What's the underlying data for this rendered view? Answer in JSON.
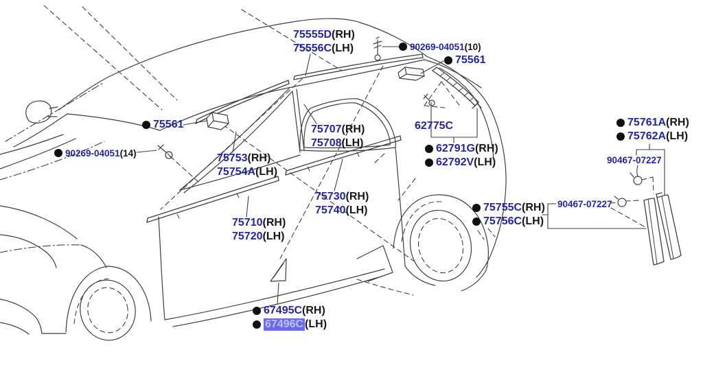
{
  "colors": {
    "part_number_blue": "#2323a8",
    "suffix_black": "#161616",
    "highlight_background": "#6b68ef",
    "highlight_text": "#b9c5f7",
    "line_art": "#3d3d3d",
    "background": "#ffffff"
  },
  "labels": {
    "l1": {
      "lines": [
        {
          "number": "75555D",
          "suffix": "(RH)"
        },
        {
          "number": "75556C",
          "suffix": "(LH)"
        }
      ]
    },
    "l2": {
      "lines": [
        {
          "number": "90269-04051",
          "suffix": "(10)"
        }
      ]
    },
    "l3": {
      "lines": [
        {
          "number": "75561",
          "suffix": ""
        }
      ]
    },
    "l4": {
      "lines": [
        {
          "number": "75561",
          "suffix": ""
        }
      ]
    },
    "l5": {
      "lines": [
        {
          "number": "90269-04051",
          "suffix": "(14)"
        }
      ]
    },
    "l6": {
      "lines": [
        {
          "number": "75707",
          "suffix": "(RH)"
        },
        {
          "number": "75708",
          "suffix": "(LH)"
        }
      ]
    },
    "l7": {
      "lines": [
        {
          "number": "75753",
          "suffix": "(RH)"
        },
        {
          "number": "75754A",
          "suffix": "(LH)"
        }
      ]
    },
    "l8": {
      "lines": [
        {
          "number": "62775C",
          "suffix": ""
        }
      ]
    },
    "l9": {
      "lines": [
        {
          "number": "62791G",
          "suffix": "(RH)"
        },
        {
          "number": "62792V",
          "suffix": "(LH)"
        }
      ]
    },
    "l10": {
      "lines": [
        {
          "number": "75730",
          "suffix": "(RH)"
        },
        {
          "number": "75740",
          "suffix": "(LH)"
        }
      ]
    },
    "l11": {
      "lines": [
        {
          "number": "75710",
          "suffix": "(RH)"
        },
        {
          "number": "75720",
          "suffix": "(LH)"
        }
      ]
    },
    "l12": {
      "lines": [
        {
          "number": "67495C",
          "suffix": "(RH)"
        },
        {
          "number": "67496C",
          "suffix": "(LH)"
        }
      ]
    },
    "l13": {
      "lines": [
        {
          "number": "75761A",
          "suffix": "(RH)"
        },
        {
          "number": "75762A",
          "suffix": "(LH)"
        }
      ]
    },
    "l14": {
      "lines": [
        {
          "number": "90467-07227",
          "suffix": ""
        }
      ]
    },
    "l15": {
      "lines": [
        {
          "number": "75755C",
          "suffix": "(RH)"
        },
        {
          "number": "75756C",
          "suffix": "(LH)"
        }
      ]
    },
    "l16": {
      "lines": [
        {
          "number": "90467-07227",
          "suffix": ""
        }
      ]
    }
  }
}
